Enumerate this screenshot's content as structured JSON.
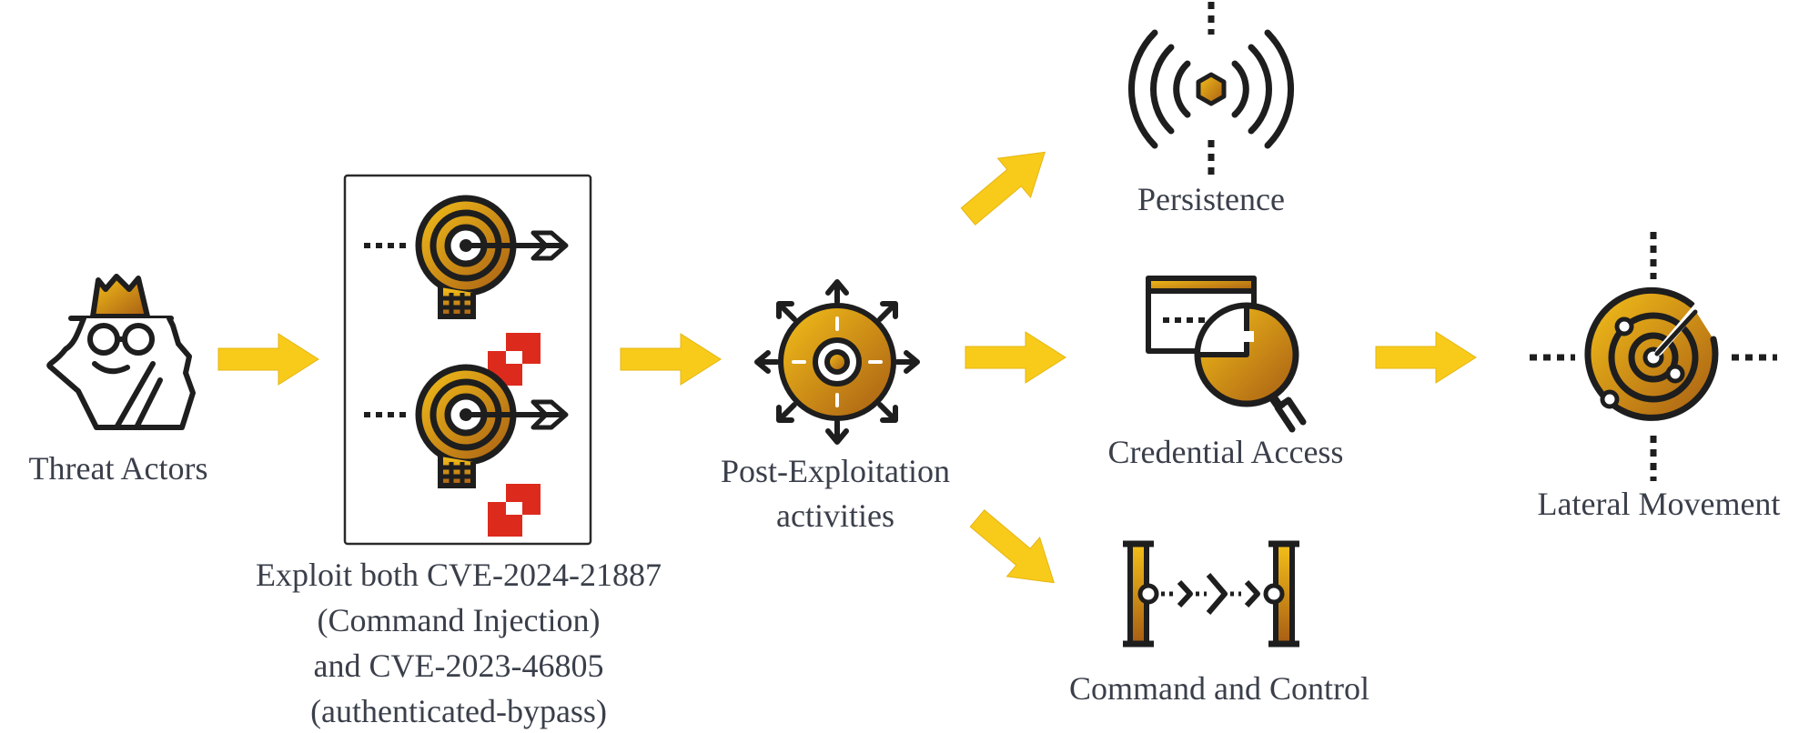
{
  "colors": {
    "outline": "#1e1e1e",
    "gold_light": "#f4c019",
    "gold_dark": "#a75d14",
    "arrow": "#f8cb1b",
    "red_logo": "#dc2b1d",
    "text": "#3a3f4a"
  },
  "nodes": {
    "threat_actors": {
      "icon": "spy-icon",
      "label": "Threat Actors"
    },
    "exploit": {
      "icons": [
        "target-bulb-icon",
        "target-bulb-icon",
        "vendor-logo-icon"
      ],
      "lines": [
        "Exploit both  CVE-2024-21887",
        "(Command Injection)",
        "and CVE-2023-46805",
        "(authenticated-bypass)"
      ]
    },
    "post_exploitation": {
      "icon": "expand-target-icon",
      "lines": [
        "Post-Exploitation",
        "activities"
      ]
    },
    "persistence": {
      "icon": "broadcast-icon",
      "label": "Persistence"
    },
    "credential_access": {
      "icon": "window-magnifier-icon",
      "label": "Credential Access"
    },
    "command_control": {
      "icon": "connection-icon",
      "label": "Command and Control"
    },
    "lateral_movement": {
      "icon": "radar-icon",
      "label": "Lateral Movement"
    }
  },
  "edges": [
    {
      "from": "threat_actors",
      "to": "exploit"
    },
    {
      "from": "exploit",
      "to": "post_exploitation"
    },
    {
      "from": "post_exploitation",
      "to": "persistence"
    },
    {
      "from": "post_exploitation",
      "to": "credential_access"
    },
    {
      "from": "post_exploitation",
      "to": "command_control"
    },
    {
      "from": "credential_access",
      "to": "lateral_movement"
    }
  ]
}
